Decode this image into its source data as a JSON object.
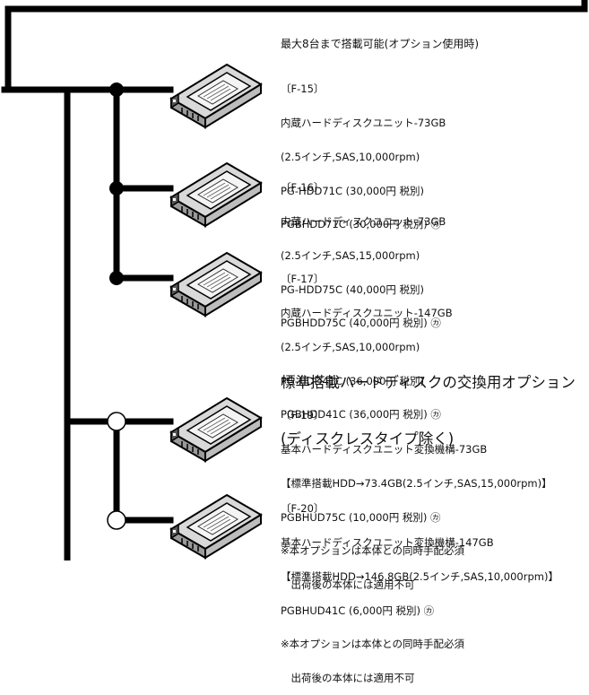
{
  "caption": "最大8台まで搭載可能(オプション使用時)",
  "standard_heading": {
    "line1": "標準搭載ハードディスクの交換用オプション",
    "line2": "(ディスクレスタイプ除く)"
  },
  "options": [
    {
      "code": "〔F-15〕",
      "lines": [
        "内蔵ハードディスクユニット-73GB",
        "(2.5インチ,SAS,10,000rpm)",
        "PG-HDD71C (30,000円 税別)",
        "PGBHDD71C (30,000円 税別) ㋕"
      ]
    },
    {
      "code": "〔F-16〕",
      "lines": [
        "内蔵ハードディスクユニット-73GB",
        "(2.5インチ,SAS,15,000rpm)",
        "PG-HDD75C (40,000円 税別)",
        "PGBHDD75C (40,000円 税別) ㋕"
      ]
    },
    {
      "code": "〔F-17〕",
      "lines": [
        "内蔵ハードディスクユニット-147GB",
        "(2.5インチ,SAS,10,000rpm)",
        "PG-HDD41C (36,000円 税別)",
        "PGBHDD41C (36,000円 税別) ㋕"
      ]
    },
    {
      "code": "〔F-19〕",
      "lines": [
        "基本ハードディスクユニット変換機構-73GB",
        "【標準搭載HDD→73.4GB(2.5インチ,SAS,15,000rpm)】",
        "PGBHUD75C (10,000円 税別) ㋕",
        "※本オプションは本体との同時手配必須",
        "　出荷後の本体には適用不可"
      ]
    },
    {
      "code": "〔F-20〕",
      "lines": [
        "基本ハードディスクユニット変換機構-147GB",
        "【標準搭載HDD→146.8GB(2.5インチ,SAS,10,000rpm)】",
        "PGBHUD41C (6,000円 税別) ㋕",
        "※本オプションは本体との同時手配必須",
        "　出荷後の本体には適用不可"
      ]
    }
  ]
}
